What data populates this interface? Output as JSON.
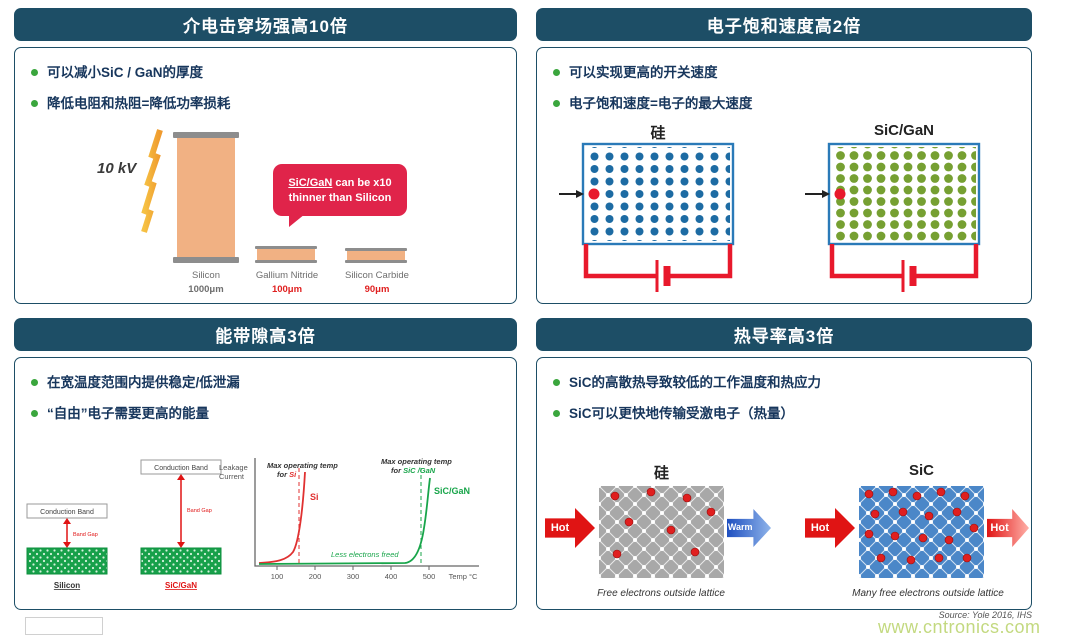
{
  "colors": {
    "header_bg": "#1d4e66",
    "panel_border": "#1d4e66",
    "bullet_green": "#3aa63d",
    "text_dark": "#17365c",
    "accent_red": "#e0244a",
    "circuit_red": "#e8192c",
    "bar_orange": "#f1b183",
    "si_dot_blue": "#1d6ba3",
    "gan_dot_green": "#76a032",
    "lattice_gray": "#a8a8a8",
    "lattice_blue": "#4b87c8",
    "watermark_green": "#b9d36a"
  },
  "panels": {
    "dielectric": {
      "title": "介电击穿场强高10倍",
      "bullets": [
        "可以减小SiC / GaN的厚度",
        "降低电阻和热阻=降低功率损耗"
      ],
      "kv_label": "10 kV",
      "callout": {
        "highlight": "SiC/GaN",
        "rest": " can be x10",
        "line2": "thinner than Silicon"
      },
      "bars": [
        {
          "name": "Silicon",
          "thickness": "1000μm"
        },
        {
          "name": "Gallium Nitride",
          "thickness": "100μm"
        },
        {
          "name": "Silicon Carbide",
          "thickness": "90μm"
        }
      ]
    },
    "saturation": {
      "title": "电子饱和速度高2倍",
      "bullets": [
        "可以实现更高的开关速度",
        "电子饱和速度=电子的最大速度"
      ],
      "si_label": "硅",
      "gan_label": "SiC/GaN"
    },
    "bandgap": {
      "title": "能带隙高3倍",
      "bullets": [
        "在宽温度范围内提供稳定/低泄漏",
        "“自由”电子需要更高的能量"
      ],
      "bands": {
        "conduction": "Conduction Band",
        "gap": "Band Gap",
        "si": "Silicon",
        "gan": "SiC/GaN"
      },
      "chart_data": {
        "type": "line",
        "ylabel": "Leakage Current",
        "ylabel_lines": [
          "Leakage",
          "Current"
        ],
        "xlabel": "Temp °C",
        "x_ticks": [
          "100",
          "200",
          "300",
          "400",
          "500"
        ],
        "series": [
          {
            "name": "Si",
            "color": "#e03131",
            "max_operating_temp_c": 150
          },
          {
            "name": "SiC/GaN",
            "color": "#18a54a",
            "max_operating_temp_c": 450
          }
        ],
        "annotations": {
          "si": {
            "l1": "Max operating temp",
            "l2": "for ",
            "target": "Si"
          },
          "gan": {
            "l1": "Max operating temp",
            "l2": "for ",
            "target": "SiC /GaN"
          },
          "freed": "Less electrons freed"
        }
      }
    },
    "thermal": {
      "title": "热导率高3倍",
      "bullets": [
        "SiC的高散热导致较低的工作温度和热应力",
        "SiC可以更快地传输受激电子（热量）"
      ],
      "si_label": "硅",
      "sic_label": "SiC",
      "hot": "Hot",
      "warm": "Warm",
      "si_caption": "Free electrons outside lattice",
      "sic_caption": "Many free electrons outside lattice"
    }
  },
  "footer": {
    "source": "Source: Yole 2016, IHS",
    "watermark": "www.cntronics.com"
  }
}
